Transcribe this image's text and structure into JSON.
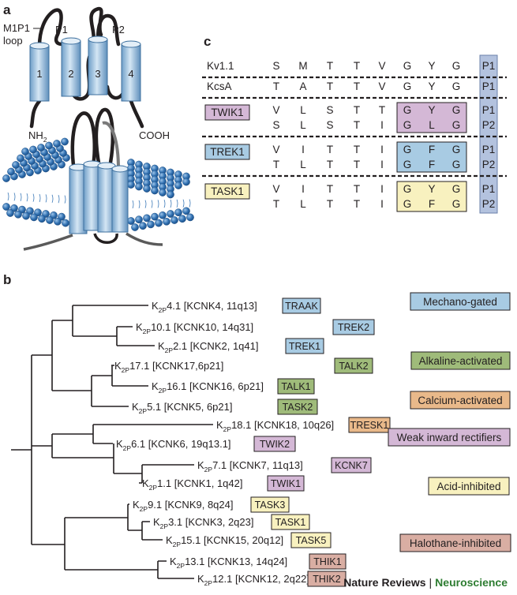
{
  "panel_letters": {
    "a": "a",
    "b": "b",
    "c": "c"
  },
  "topology": {
    "loop_label_1": "M1P1",
    "loop_label_2": "loop",
    "p1": "P1",
    "p2": "P2",
    "nh": "NH",
    "nh_sub": "2",
    "cooh": "COOH",
    "segments": [
      "1",
      "2",
      "3",
      "4"
    ]
  },
  "alignment": {
    "rows": [
      {
        "label": "Kv1.1",
        "residues": [
          "S",
          "M",
          "T",
          "T",
          "V",
          "G",
          "Y",
          "G"
        ],
        "pore": "P1"
      },
      {
        "label": "KcsA",
        "residues": [
          "T",
          "A",
          "T",
          "T",
          "V",
          "G",
          "Y",
          "G"
        ],
        "pore": "P1"
      }
    ],
    "groups": [
      {
        "name": "TWIK1",
        "color": "#d4b8d6",
        "rows": [
          {
            "residues": [
              "V",
              "L",
              "S",
              "T",
              "T",
              "G",
              "Y",
              "G"
            ],
            "pore": "P1"
          },
          {
            "residues": [
              "S",
              "L",
              "S",
              "T",
              "I",
              "G",
              "L",
              "G"
            ],
            "pore": "P2"
          }
        ]
      },
      {
        "name": "TREK1",
        "color": "#a8cbe3",
        "rows": [
          {
            "residues": [
              "V",
              "I",
              "T",
              "T",
              "I",
              "G",
              "F",
              "G"
            ],
            "pore": "P1"
          },
          {
            "residues": [
              "T",
              "L",
              "T",
              "T",
              "I",
              "G",
              "F",
              "G"
            ],
            "pore": "P2"
          }
        ]
      },
      {
        "name": "TASK1",
        "color": "#f8f1bf",
        "rows": [
          {
            "residues": [
              "V",
              "I",
              "T",
              "T",
              "I",
              "G",
              "Y",
              "G"
            ],
            "pore": "P1"
          },
          {
            "residues": [
              "T",
              "L",
              "T",
              "T",
              "I",
              "G",
              "F",
              "G"
            ],
            "pore": "P2"
          }
        ]
      }
    ]
  },
  "tree": {
    "leaves": [
      {
        "pre": "K",
        "sub": "2P",
        "post": "4.1 [KCNK4, 11q13]",
        "channel": "TRAAK",
        "color": "#a8cbe3"
      },
      {
        "pre": "K",
        "sub": "2P",
        "post": "10.1 [KCNK10, 14q31]",
        "channel": "TREK2",
        "color": "#a8cbe3"
      },
      {
        "pre": "K",
        "sub": "2P",
        "post": "2.1 [KCNK2, 1q41]",
        "channel": "TREK1",
        "color": "#a8cbe3"
      },
      {
        "pre": "K",
        "sub": "2P",
        "post": "17.1 [KCNK17,6p21]",
        "channel": "TALK2",
        "color": "#9fbb7a"
      },
      {
        "pre": "K",
        "sub": "2P",
        "post": "16.1 [KCNK16, 6p21]",
        "channel": "TALK1",
        "color": "#9fbb7a"
      },
      {
        "pre": "K",
        "sub": "2P",
        "post": "5.1 [KCNK5, 6p21]",
        "channel": "TASK2",
        "color": "#9fbb7a"
      },
      {
        "pre": "K",
        "sub": "2P",
        "post": "18.1 [KCNK18, 10q26]",
        "channel": "TRESK1",
        "color": "#e9b98a"
      },
      {
        "pre": "K",
        "sub": "2P",
        "post": "6.1 [KCNK6, 19q13.1]",
        "channel": "TWIK2",
        "color": "#d4b8d6"
      },
      {
        "pre": "K",
        "sub": "2P",
        "post": "7.1 [KCNK7, 11q13]",
        "channel": "KCNK7",
        "color": "#d4b8d6"
      },
      {
        "pre": "K",
        "sub": "2P",
        "post": "1.1 [KCNK1, 1q42]",
        "channel": "TWIK1",
        "color": "#d4b8d6"
      },
      {
        "pre": "K",
        "sub": "2P",
        "post": "9.1 [KCNK9, 8q24]",
        "channel": "TASK3",
        "color": "#f8f1bf"
      },
      {
        "pre": "K",
        "sub": "2P",
        "post": "3.1 [KCNK3, 2q23]",
        "channel": "TASK1",
        "color": "#f8f1bf"
      },
      {
        "pre": "K",
        "sub": "2P",
        "post": "15.1 [KCNK15, 20q12]",
        "channel": "TASK5",
        "color": "#f8f1bf"
      },
      {
        "pre": "K",
        "sub": "2P",
        "post": "13.1 [KCNK13, 14q24]",
        "channel": "THIK1",
        "color": "#d9aea3"
      },
      {
        "pre": "K",
        "sub": "2P",
        "post": "12.1 [KCNK12, 2q22]",
        "channel": "THIK2",
        "color": "#d9aea3"
      }
    ],
    "functions": [
      {
        "label": "Mechano-gated",
        "color": "#a8cbe3"
      },
      {
        "label": "Alkaline-activated",
        "color": "#9fbb7a"
      },
      {
        "label": "Calcium-activated",
        "color": "#e9b98a"
      },
      {
        "label": "Weak inward rectifiers",
        "color": "#d4b8d6"
      },
      {
        "label": "Acid-inhibited",
        "color": "#f8f1bf"
      },
      {
        "label": "Halothane-inhibited",
        "color": "#d9aea3"
      }
    ]
  },
  "credit": {
    "publisher": "Nature Reviews",
    "separator": "|",
    "journal": "Neuroscience"
  }
}
